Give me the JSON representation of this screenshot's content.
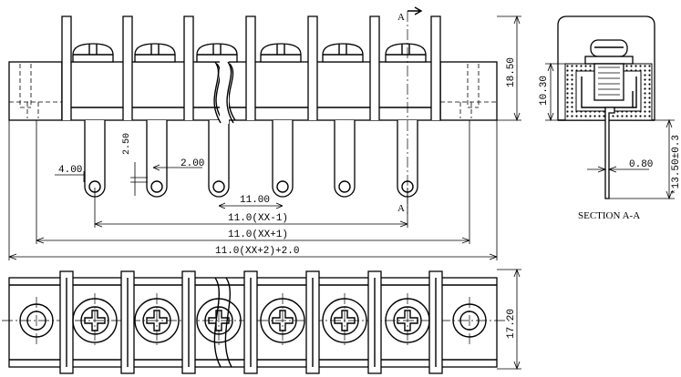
{
  "dimensions": {
    "overall_height": "18.50",
    "pin_offset": "2.50",
    "pin_width": "2.00",
    "body_width": "4.00",
    "pitch": "11.00",
    "span_xx_minus_1": "11.0(XX-1)",
    "span_xx_plus_1": "11.0(XX+1)",
    "span_total": "11.0(XX+2)+2.0",
    "section_height": "10.30",
    "pin_thickness": "0.80",
    "pin_length": "*13.50±0.3",
    "bottom_height": "17.20"
  },
  "section_marks": {
    "top": "A",
    "bottom": "A"
  },
  "section_label": "SECTION A-A"
}
